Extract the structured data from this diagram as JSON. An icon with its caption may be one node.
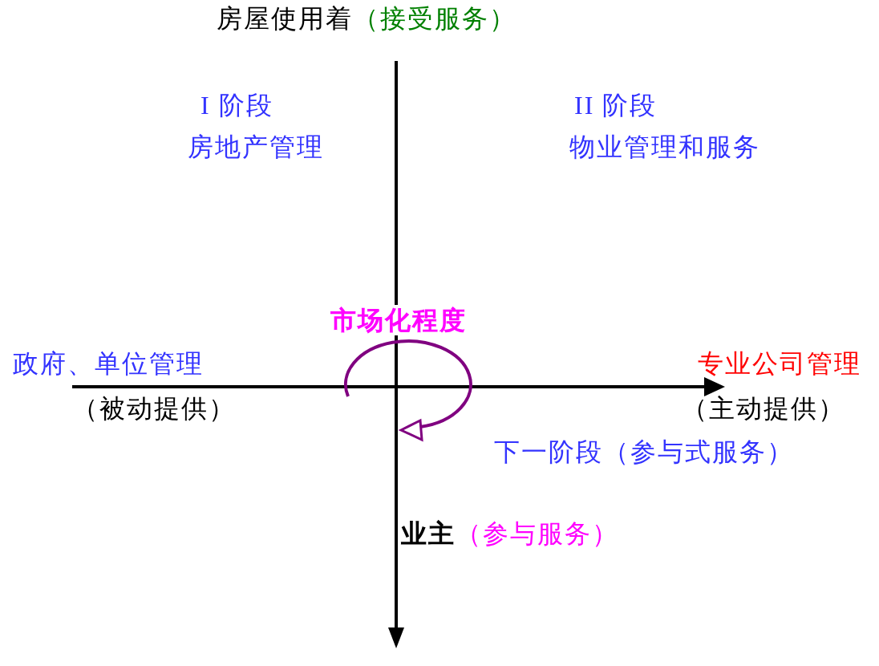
{
  "diagram": {
    "labels": [
      "房屋使用着",
      "（接受服务）",
      "I 阶段",
      "房地产管理",
      "II 阶段",
      "物业管理和服务",
      "市场化程度",
      "政府、单位管理",
      "专业公司管理",
      "（被动提供）",
      "（主动提供）",
      "下一阶段（参与式服务）",
      "业主",
      "（参与服务）"
    ]
  }
}
